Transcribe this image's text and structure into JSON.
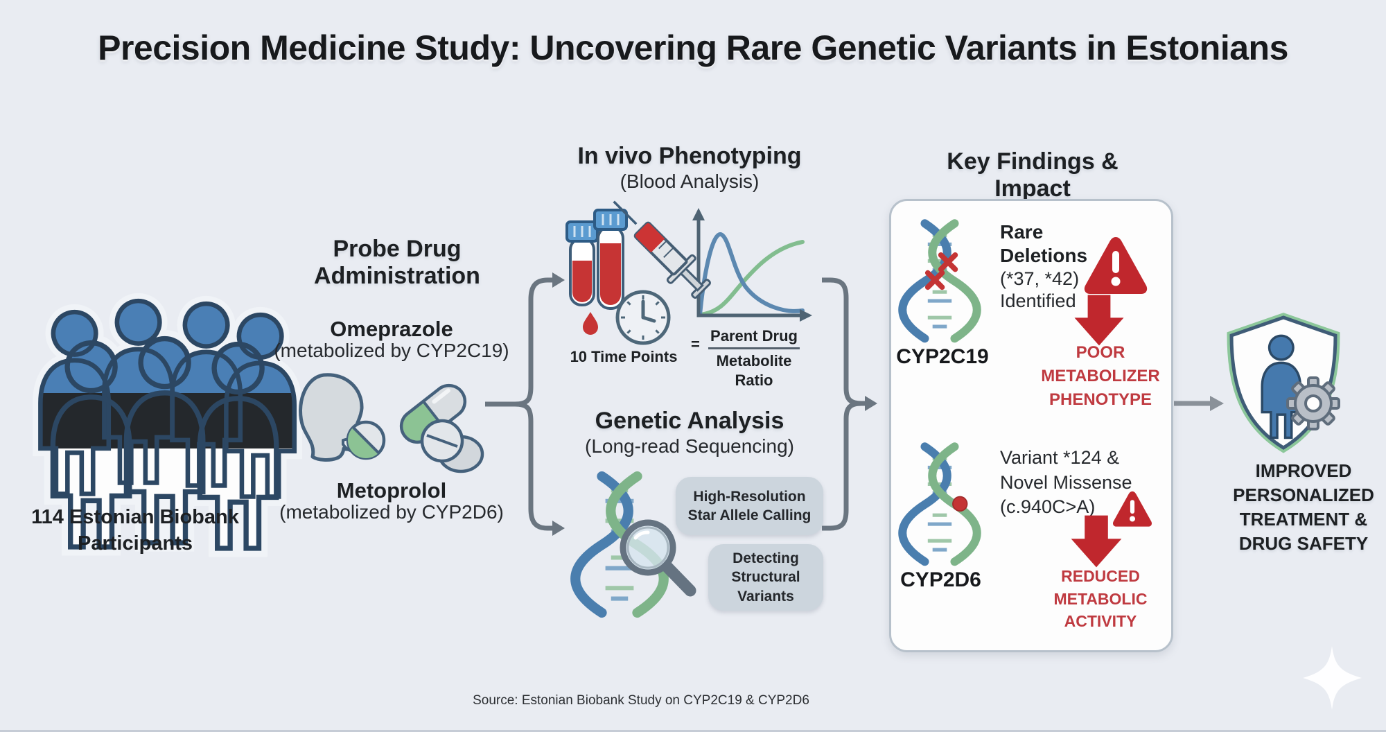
{
  "page": {
    "title": "Precision Medicine Study: Uncovering Rare Genetic Variants in Estonians",
    "source": "Source: Estonian Biobank Study on CYP2C19 & CYP2D6"
  },
  "participants": {
    "label": "114 Estonian Biobank\nParticipants"
  },
  "probe_drug": {
    "heading": "Probe Drug\nAdministration",
    "drug1_name": "Omeprazole",
    "drug1_meta": "(metabolized by CYP2C19)",
    "drug2_name": "Metoprolol",
    "drug2_meta": "(metabolized by CYP2D6)"
  },
  "phenotyping": {
    "heading": "In vivo Phenotyping",
    "subheading": "(Blood Analysis)",
    "time_points": "10 Time Points",
    "equals": "=",
    "ratio_numerator": "Parent Drug",
    "ratio_denominator": "Metabolite\nRatio"
  },
  "genetic": {
    "heading": "Genetic Analysis",
    "subheading": "(Long-read Sequencing)",
    "callout1": "High-Resolution\nStar Allele Calling",
    "callout2": "Detecting\nStructural\nVariants"
  },
  "findings": {
    "heading": "Key Findings & Impact",
    "gene1": {
      "name": "CYP2C19",
      "annotation_bold": "Rare\nDeletions",
      "annotation_rest": "(*37, *42)\nIdentified",
      "impact": "POOR\nMETABOLIZER\nPHENOTYPE"
    },
    "gene2": {
      "name": "CYP2D6",
      "annotation": "Variant *124 &\nNovel Missense\n(c.940C>A)",
      "impact": "REDUCED\nMETABOLIC\nACTIVITY"
    }
  },
  "outcome": {
    "label": "IMPROVED\nPERSONALIZED\nTREATMENT &\nDRUG SAFETY"
  },
  "icons": {
    "participants": "crowd-estonian-flag-icon",
    "ingestion": "head-swallowing-pill-icon",
    "pills": "capsule-and-tablets-icon",
    "blood_sampling": "blood-tubes-syringe-icon",
    "clock": "clock-icon",
    "pk_chart": "drug-metabolite-curve-chart",
    "dna": "dna-helix-icon",
    "magnifier": "magnifier-icon",
    "warning": "warning-triangle-icon",
    "down_arrow": "red-down-arrow-icon",
    "shield": "shield-person-gear-icon",
    "sparkle": "sparkle-icon"
  },
  "colors": {
    "background": "#e9ecf2",
    "accent_red": "#c0272d",
    "impact_text_red": "#bf3a40",
    "estonia_blue": "#4a7fb5",
    "estonia_black": "#24282c",
    "strand_blue": "#4a7eae",
    "strand_green": "#7eb489",
    "arrow_gray": "#8a9199",
    "bracket_gray": "#6a7580",
    "bubble_gray": "#ccd5dd",
    "curve_blue": "#5c88b0",
    "curve_green": "#82bd8f"
  }
}
